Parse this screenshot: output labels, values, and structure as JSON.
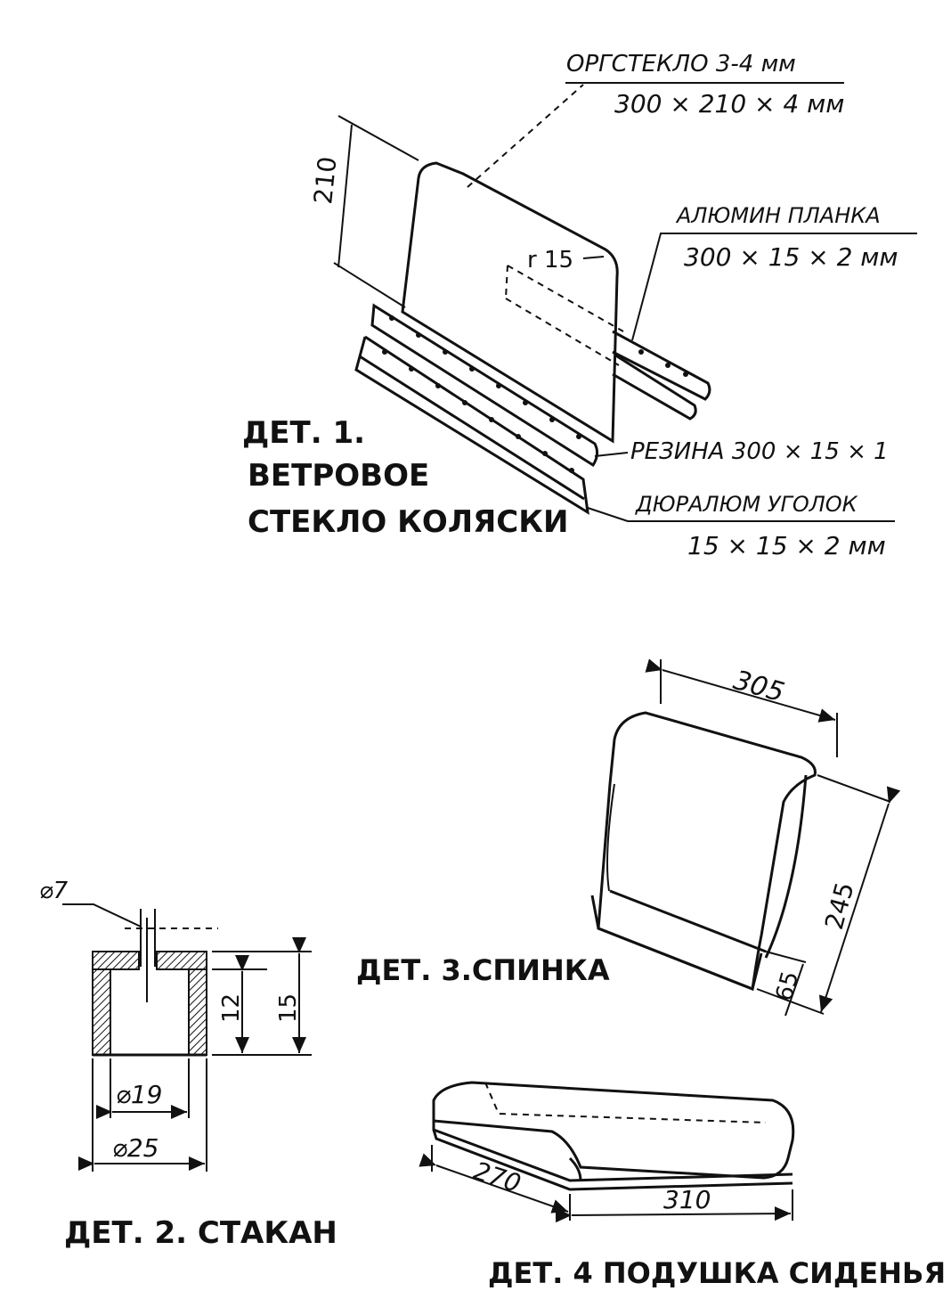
{
  "det1": {
    "title_line1": "ДЕТ. 1.",
    "title_line2": "ВЕТРОВОЕ",
    "title_line3": "СТЕКЛО КОЛЯСКИ",
    "glass_material": "ОРГСТЕКЛО 3-4 мм",
    "glass_size": "300 × 210 × 4  мм",
    "height_dim": "210",
    "radius_dim": "r 15",
    "strip_material": "АЛЮМИН ПЛАНКА",
    "strip_size": "300 × 15 × 2 мм",
    "rubber_label": "РЕЗИНА  300 × 15 × 1",
    "angle_material": "ДЮРАЛЮМ УГОЛОК",
    "angle_size": "15 × 15 × 2  мм"
  },
  "det2": {
    "title": "ДЕТ. 2. СТАКАН",
    "hole_dim": "⌀7",
    "inner_height": "12",
    "outer_height": "15",
    "inner_diameter": "⌀19",
    "outer_diameter": "⌀25"
  },
  "det3": {
    "title": "ДЕТ. 3.СПИНКА",
    "width_dim": "305",
    "height_dim": "245",
    "bottom_dim": "65"
  },
  "det4": {
    "title": "ДЕТ. 4  ПОДУШКА СИДЕНЬЯ",
    "depth_dim": "270",
    "width_dim": "310"
  }
}
